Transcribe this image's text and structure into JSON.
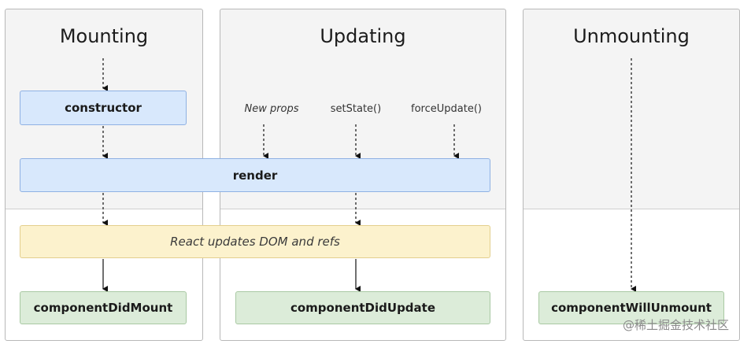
{
  "columns": {
    "mounting": {
      "title": "Mounting"
    },
    "updating": {
      "title": "Updating"
    },
    "unmounting": {
      "title": "Unmounting"
    }
  },
  "nodes": {
    "constructor": "constructor",
    "render": "render",
    "dom_refs": "React updates DOM and refs",
    "did_mount": "componentDidMount",
    "did_update": "componentDidUpdate",
    "will_unmount": "componentWillUnmount"
  },
  "triggers": {
    "new_props": "New props",
    "set_state": "setState()",
    "force_update": "forceUpdate()"
  },
  "watermark": "@稀土掘金技术社区",
  "colors": {
    "blue_box": "#d8e8fc",
    "yellow_box": "#fcf2cd",
    "green_box": "#dcecd9"
  }
}
